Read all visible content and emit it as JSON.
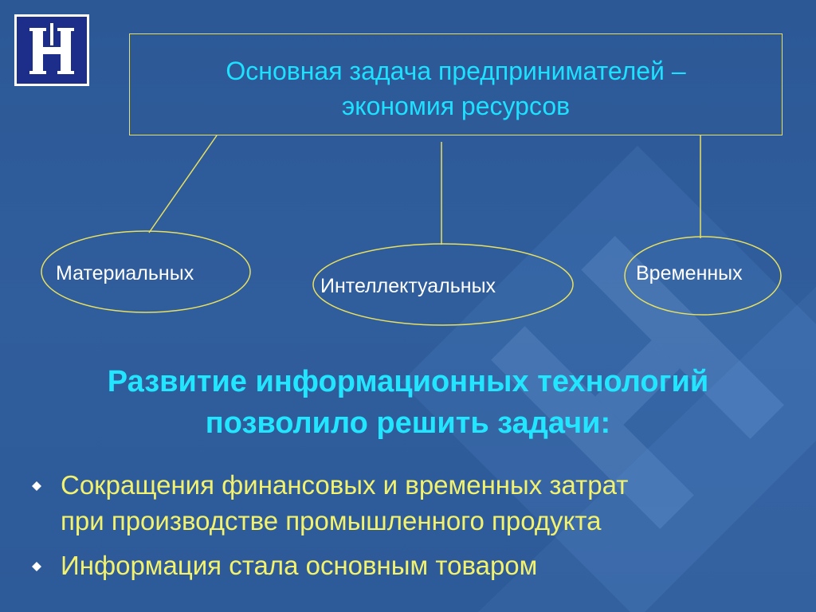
{
  "logo": {
    "letter": "Н",
    "bg_color": "#1d2e8a"
  },
  "title_box": {
    "line1": "Основная задача предпринимателей –",
    "line2": "экономия ресурсов",
    "text_color": "#1ee0ff",
    "border_color": "#e8e060"
  },
  "resources": [
    {
      "label": "Материальных"
    },
    {
      "label": "Интеллектуальных"
    },
    {
      "label": "Временных"
    }
  ],
  "heading": {
    "line1": "Развитие информационных технологий",
    "line2": "позволило решить задачи:",
    "color": "#22e6ff"
  },
  "bullets": [
    {
      "line1": "Сокращения финансовых и временных затрат",
      "line2": "при производстве промышленного продукта"
    },
    {
      "line1": "Информация стала основным товаром"
    }
  ],
  "colors": {
    "background": "#2f5a99",
    "accent_line": "#e8e060",
    "bullet_text": "#f2f26e",
    "oval_text": "#ffffff"
  }
}
